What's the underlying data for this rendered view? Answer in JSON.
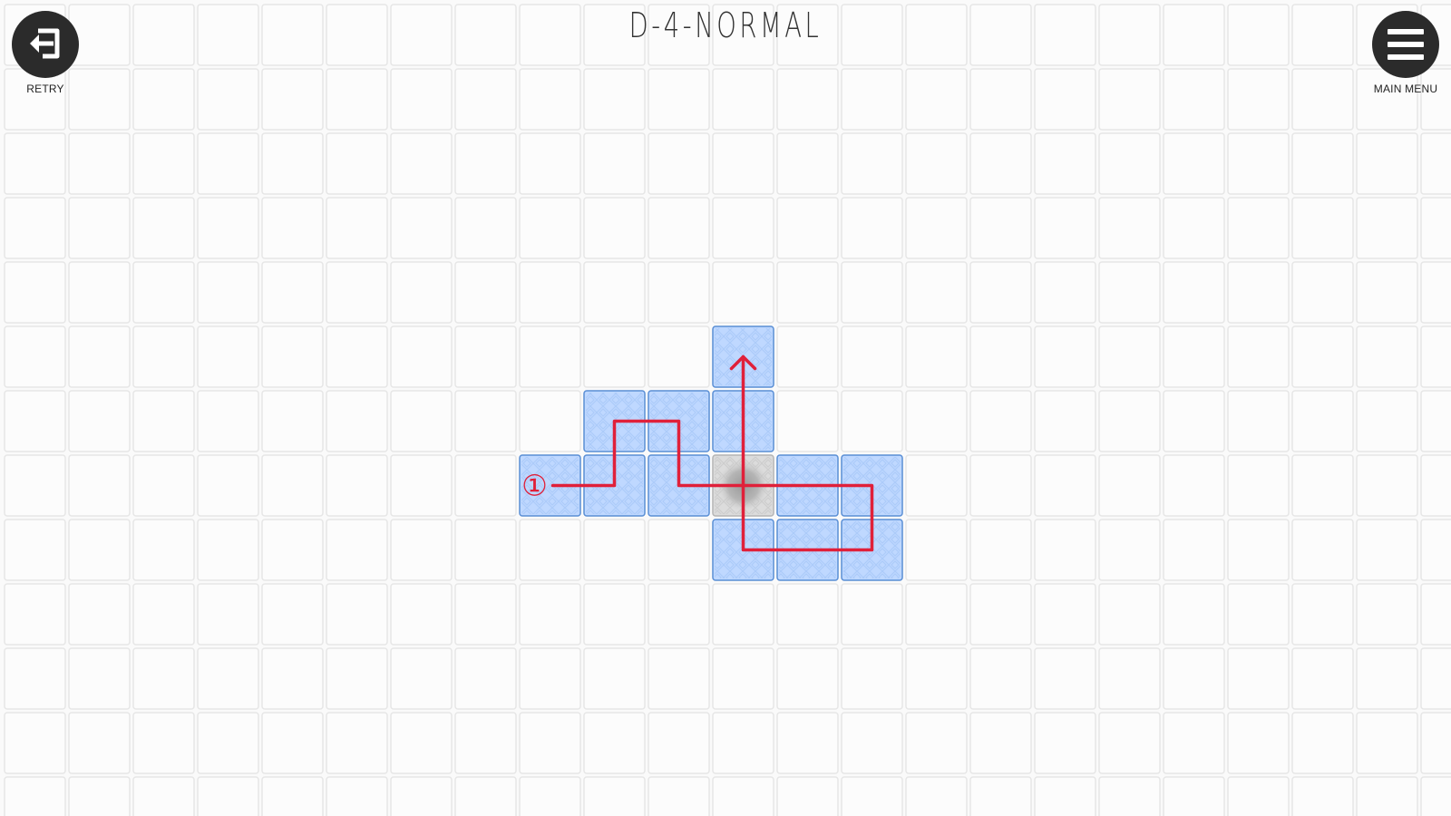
{
  "header": {
    "level_title": "D-4-NORMAL",
    "retry": {
      "label": "RETRY",
      "icon": "retry-icon"
    },
    "main_menu": {
      "label": "MAIN MENU",
      "icon": "hamburger-menu-icon"
    }
  },
  "board": {
    "tile_color": "#bfd8ff",
    "tile_border": "#5a8fd6",
    "goal_tile_color": "#dcdcdc",
    "path_color": "#e0203a",
    "tiles": [
      {
        "col": 11,
        "row": 5
      },
      {
        "col": 9,
        "row": 6
      },
      {
        "col": 10,
        "row": 6
      },
      {
        "col": 11,
        "row": 6
      },
      {
        "col": 8,
        "row": 7
      },
      {
        "col": 9,
        "row": 7
      },
      {
        "col": 10,
        "row": 7
      },
      {
        "col": 12,
        "row": 7
      },
      {
        "col": 13,
        "row": 7
      },
      {
        "col": 11,
        "row": 8
      },
      {
        "col": 12,
        "row": 8
      },
      {
        "col": 13,
        "row": 8
      }
    ],
    "goal_tile": {
      "col": 11,
      "row": 7
    },
    "start_marker": {
      "label": "①",
      "col": 8,
      "row": 7
    },
    "path_cells": [
      [
        8,
        7
      ],
      [
        9,
        7
      ],
      [
        9,
        6
      ],
      [
        10,
        6
      ],
      [
        10,
        7
      ],
      [
        13,
        7
      ],
      [
        13,
        8
      ],
      [
        11,
        8
      ],
      [
        11,
        5
      ]
    ]
  }
}
